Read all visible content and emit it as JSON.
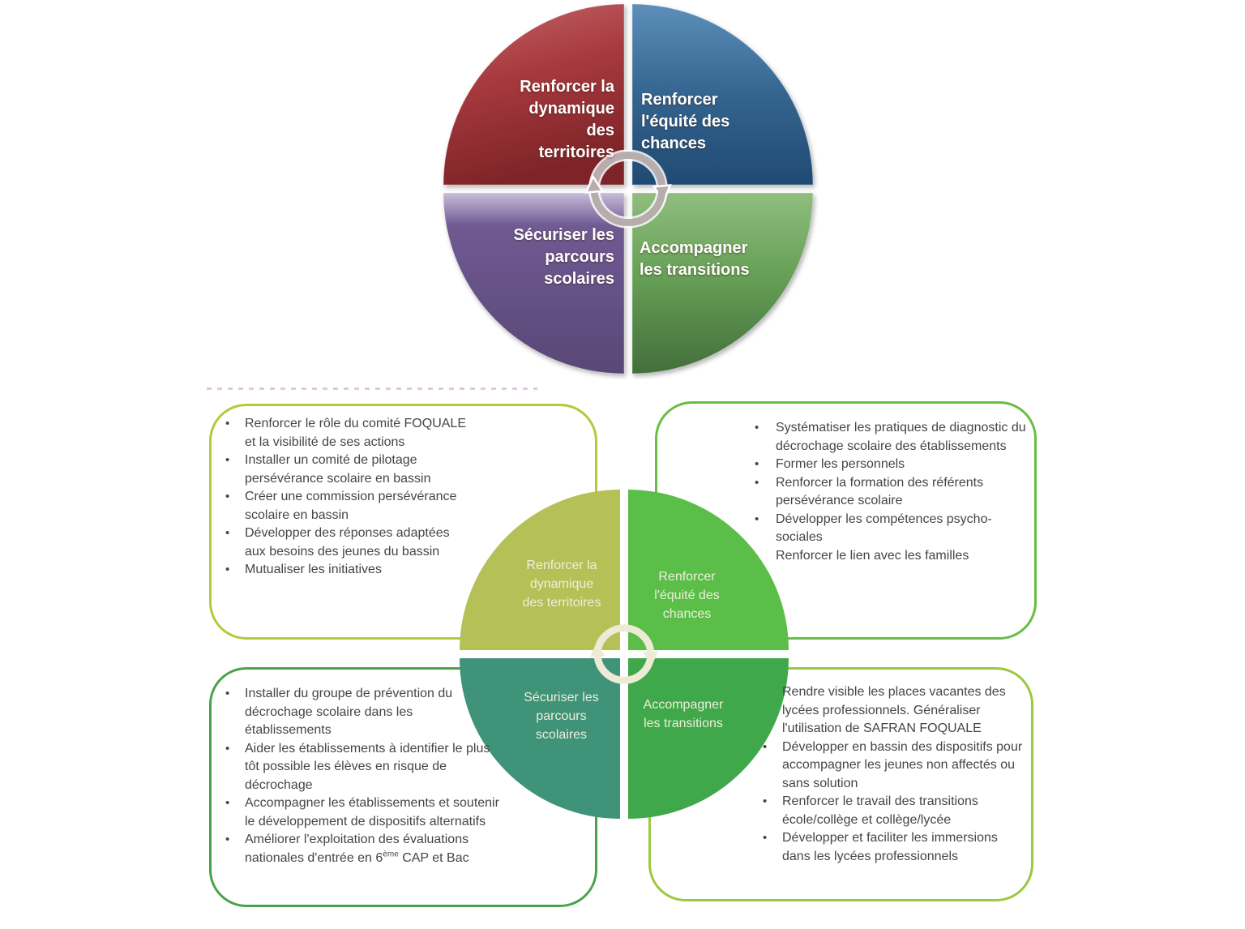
{
  "top_cycle": {
    "arrows_color": "#b7adad",
    "quadrants": [
      {
        "key": "territoires",
        "label": "Renforcer la dynamique des territoires",
        "color_light": "#c26568",
        "color_mid": "#a83a3f",
        "color_dark": "#7e2428"
      },
      {
        "key": "equite",
        "label": "Renforcer l'équité des chances",
        "color_light": "#5c8fba",
        "color_mid": "#34648f",
        "color_dark": "#1f4a73"
      },
      {
        "key": "parcours",
        "label": "Sécuriser les parcours scolaires",
        "color_light": "#c9bcd9",
        "color_mid": "#6f5a92",
        "color_dark": "#594777"
      },
      {
        "key": "transitions",
        "label": "Accompagner les transitions",
        "color_light": "#90bd7e",
        "color_mid": "#67a057",
        "color_dark": "#436f3a"
      }
    ]
  },
  "bottom_cycle": {
    "arrows_color": "#edebd6",
    "label_color": "#eeeedb",
    "quadrants": [
      {
        "key": "territoires",
        "label": "Renforcer la dynamique des territoires",
        "color": "#b5c156"
      },
      {
        "key": "equite",
        "label": "Renforcer l'équité des chances",
        "color": "#5bbe48"
      },
      {
        "key": "parcours",
        "label": "Sécuriser les parcours scolaires",
        "color": "#3f9378"
      },
      {
        "key": "transitions",
        "label": "Accompagner les transitions",
        "color": "#3fa84a"
      }
    ]
  },
  "boxes": {
    "territoires": {
      "border_color": "#b6c93c",
      "items": [
        {
          "text": "Renforcer le rôle du comité FOQUALE et la visibilité de ses actions"
        },
        {
          "text": "Installer un comité de pilotage persévérance scolaire en bassin"
        },
        {
          "text": "Créer une commission persévérance scolaire en bassin"
        },
        {
          "text": "Développer des réponses adaptées aux besoins des jeunes du bassin"
        },
        {
          "text": "Mutualiser les initiatives"
        }
      ]
    },
    "equite": {
      "border_color": "#68be45",
      "items": [
        {
          "text": "Systématiser les pratiques de diagnostic du décrochage scolaire des établissements"
        },
        {
          "text": "Former les personnels"
        },
        {
          "text": "Renforcer la formation des référents persévérance scolaire"
        },
        {
          "text": "Développer les compétences psycho-sociales"
        },
        {
          "text": "Renforcer le lien avec les familles"
        }
      ]
    },
    "parcours": {
      "border_color": "#4aa24a",
      "items": [
        {
          "text": "Installer du groupe de prévention du décrochage scolaire dans les établissements"
        },
        {
          "text": "Aider les établissements à identifier le plus tôt possible les élèves en risque de décrochage"
        },
        {
          "text": "Accompagner les établissements et soutenir le développement de dispositifs alternatifs"
        },
        {
          "text_prefix": "Améliorer l'exploitation des évaluations nationales d'entrée en 6",
          "text_sup": "ème",
          "text_suffix": " CAP et Bac"
        }
      ]
    },
    "transitions": {
      "border_color": "#9cc83e",
      "items": [
        {
          "text": "Rendre visible les places vacantes des lycées professionnels. Généraliser l'utilisation de SAFRAN FOQUALE"
        },
        {
          "text": "Développer en bassin des dispositifs pour accompagner les jeunes non affectés ou sans solution"
        },
        {
          "text": "Renforcer le travail des transitions école/collège et collège/lycée"
        },
        {
          "text": "Développer et faciliter les immersions dans les lycées professionnels"
        }
      ]
    }
  }
}
